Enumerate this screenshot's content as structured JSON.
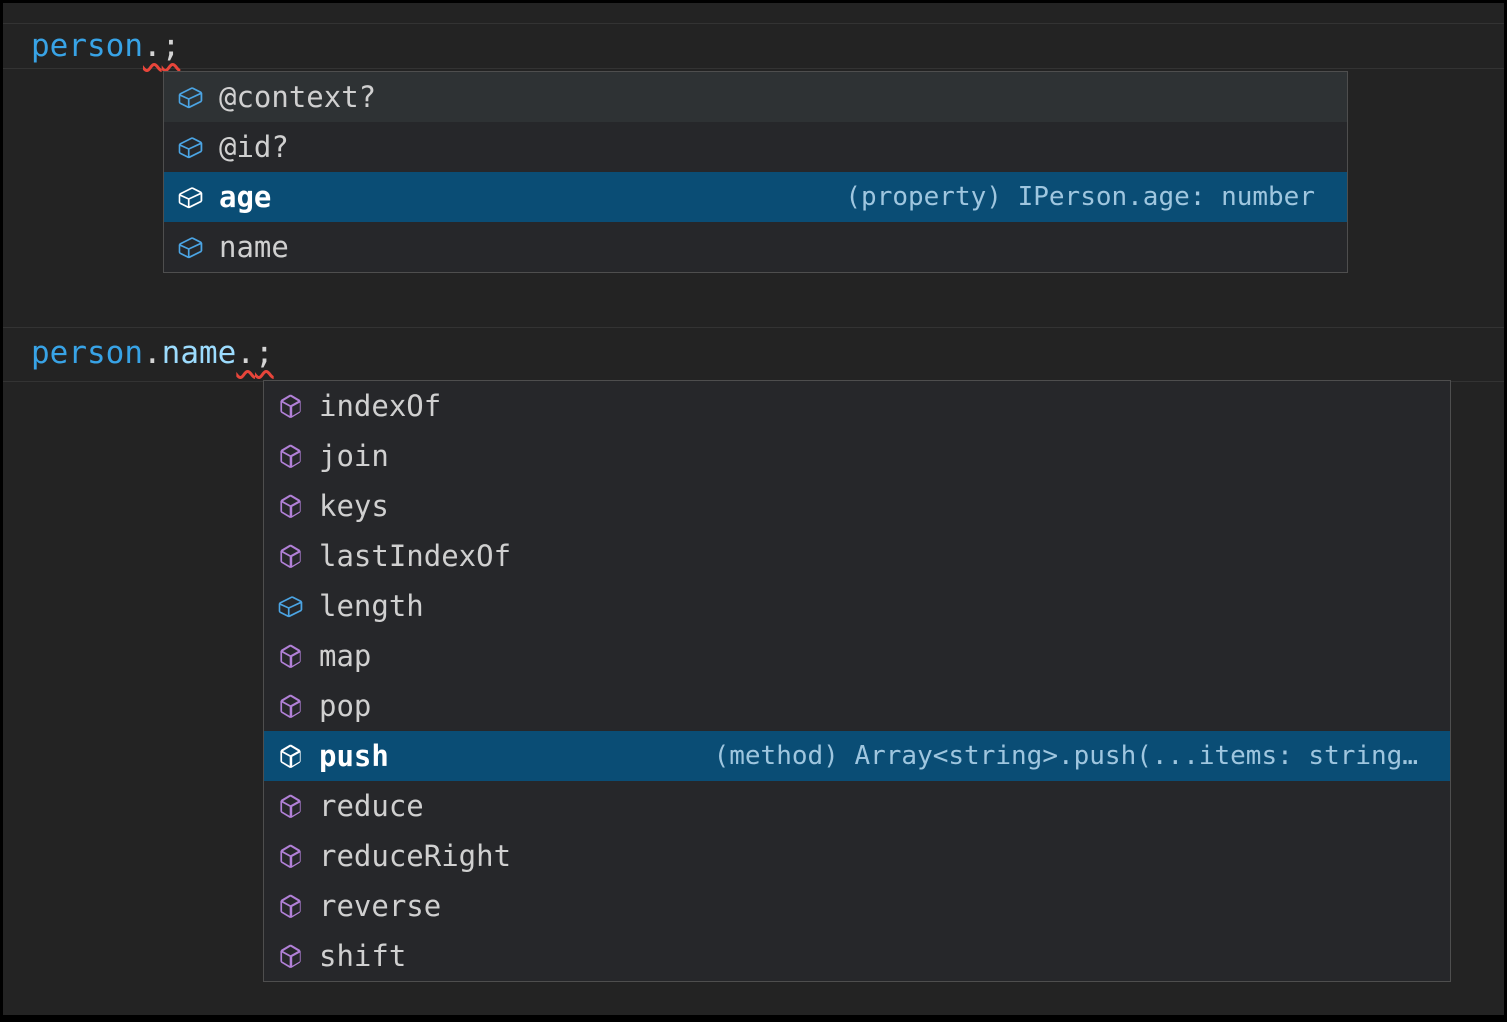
{
  "app": {
    "kind": "code-editor-intellisense"
  },
  "colors": {
    "frame": "#000000",
    "editor_background": "#232323",
    "popup_background": "#26272a",
    "popup_border": "#4e4e4e",
    "selected_row_background": "#0a4d75",
    "hover_row_background": "#2e3234",
    "item_label": "#d0d0d0",
    "item_label_selected": "#ffffff",
    "detail_text": "#9fc6df",
    "error_squiggle": "#e8453a",
    "token_variable": "#38a3e6",
    "token_property": "#9cdcfe",
    "token_punctuation": "#d4d4d4",
    "icon_field": "#4ba4e3",
    "icon_method": "#b180d7",
    "icon_selected": "#ffffff"
  },
  "editor": {
    "lines": [
      {
        "name": "code-line-1",
        "tokens": [
          {
            "text": "person",
            "color": "#38a3e6",
            "error": false
          },
          {
            "text": ".",
            "color": "#d4d4d4",
            "error": true
          },
          {
            "text": ";",
            "color": "#d4d4d4",
            "error": true
          }
        ]
      },
      {
        "name": "code-line-2",
        "tokens": [
          {
            "text": "person",
            "color": "#38a3e6",
            "error": false
          },
          {
            "text": ".",
            "color": "#d4d4d4",
            "error": false
          },
          {
            "text": "name",
            "color": "#9cdcfe",
            "error": false
          },
          {
            "text": ".",
            "color": "#d4d4d4",
            "error": true
          },
          {
            "text": ";",
            "color": "#d4d4d4",
            "error": true
          }
        ]
      }
    ]
  },
  "suggest_popups": [
    {
      "name": "suggest-widget-person",
      "items": [
        {
          "label": "@context?",
          "kind": "field",
          "selected": false,
          "hover": true,
          "detail": ""
        },
        {
          "label": "@id?",
          "kind": "field",
          "selected": false,
          "hover": false,
          "detail": ""
        },
        {
          "label": "age",
          "kind": "field",
          "selected": true,
          "hover": false,
          "detail": "(property) IPerson.age: number"
        },
        {
          "label": "name",
          "kind": "field",
          "selected": false,
          "hover": false,
          "detail": ""
        }
      ]
    },
    {
      "name": "suggest-widget-person-name",
      "items": [
        {
          "label": "indexOf",
          "kind": "method",
          "selected": false,
          "hover": false,
          "detail": ""
        },
        {
          "label": "join",
          "kind": "method",
          "selected": false,
          "hover": false,
          "detail": ""
        },
        {
          "label": "keys",
          "kind": "method",
          "selected": false,
          "hover": false,
          "detail": ""
        },
        {
          "label": "lastIndexOf",
          "kind": "method",
          "selected": false,
          "hover": false,
          "detail": ""
        },
        {
          "label": "length",
          "kind": "field",
          "selected": false,
          "hover": false,
          "detail": ""
        },
        {
          "label": "map",
          "kind": "method",
          "selected": false,
          "hover": false,
          "detail": ""
        },
        {
          "label": "pop",
          "kind": "method",
          "selected": false,
          "hover": false,
          "detail": ""
        },
        {
          "label": "push",
          "kind": "method",
          "selected": true,
          "hover": false,
          "detail": "(method) Array<string>.push(...items: string…"
        },
        {
          "label": "reduce",
          "kind": "method",
          "selected": false,
          "hover": false,
          "detail": ""
        },
        {
          "label": "reduceRight",
          "kind": "method",
          "selected": false,
          "hover": false,
          "detail": ""
        },
        {
          "label": "reverse",
          "kind": "method",
          "selected": false,
          "hover": false,
          "detail": ""
        },
        {
          "label": "shift",
          "kind": "method",
          "selected": false,
          "hover": false,
          "detail": ""
        }
      ]
    }
  ]
}
